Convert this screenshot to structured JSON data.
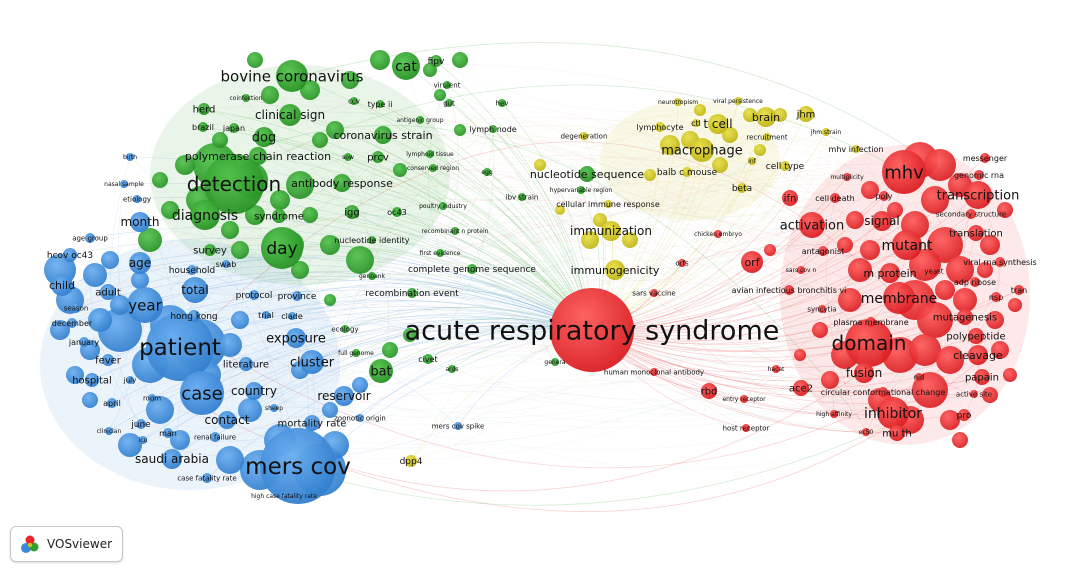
{
  "app": {
    "name": "VOSviewer"
  },
  "clusters": {
    "red": "#e8262a",
    "green": "#2fa12c",
    "blue": "#3b88d6",
    "yellow": "#cfc41c"
  },
  "terms": [
    {
      "label": "acute respiratory syndrome",
      "cluster": "red"
    },
    {
      "label": "mers cov",
      "cluster": "blue"
    },
    {
      "label": "patient",
      "cluster": "blue"
    },
    {
      "label": "case",
      "cluster": "blue"
    },
    {
      "label": "year",
      "cluster": "blue"
    },
    {
      "label": "total",
      "cluster": "blue"
    },
    {
      "label": "age",
      "cluster": "blue"
    },
    {
      "label": "child",
      "cluster": "blue"
    },
    {
      "label": "adult",
      "cluster": "blue"
    },
    {
      "label": "month",
      "cluster": "blue"
    },
    {
      "label": "hcov oc43",
      "cluster": "blue"
    },
    {
      "label": "age group",
      "cluster": "blue"
    },
    {
      "label": "season",
      "cluster": "blue"
    },
    {
      "label": "december",
      "cluster": "blue"
    },
    {
      "label": "january",
      "cluster": "blue"
    },
    {
      "label": "fever",
      "cluster": "blue"
    },
    {
      "label": "hospital",
      "cluster": "blue"
    },
    {
      "label": "july",
      "cluster": "blue"
    },
    {
      "label": "april",
      "cluster": "blue"
    },
    {
      "label": "room",
      "cluster": "blue"
    },
    {
      "label": "june",
      "cluster": "blue"
    },
    {
      "label": "clinician",
      "cluster": "blue"
    },
    {
      "label": "icu",
      "cluster": "blue"
    },
    {
      "label": "man",
      "cluster": "blue"
    },
    {
      "label": "renal failure",
      "cluster": "blue"
    },
    {
      "label": "contact",
      "cluster": "blue"
    },
    {
      "label": "country",
      "cluster": "blue"
    },
    {
      "label": "sheep",
      "cluster": "blue"
    },
    {
      "label": "saudi arabia",
      "cluster": "blue"
    },
    {
      "label": "case fatality rate",
      "cluster": "blue"
    },
    {
      "label": "high case fatality rate",
      "cluster": "blue"
    },
    {
      "label": "mortality rate",
      "cluster": "blue"
    },
    {
      "label": "reservoir",
      "cluster": "blue"
    },
    {
      "label": "cluster",
      "cluster": "blue"
    },
    {
      "label": "exposure",
      "cluster": "blue"
    },
    {
      "label": "literature",
      "cluster": "blue"
    },
    {
      "label": "hong kong",
      "cluster": "blue"
    },
    {
      "label": "trial",
      "cluster": "blue"
    },
    {
      "label": "clade",
      "cluster": "blue"
    },
    {
      "label": "protocol",
      "cluster": "blue"
    },
    {
      "label": "province",
      "cluster": "blue"
    },
    {
      "label": "household",
      "cluster": "blue"
    },
    {
      "label": "swab",
      "cluster": "blue"
    },
    {
      "label": "zoonotic origin",
      "cluster": "blue"
    },
    {
      "label": "mers cov spike",
      "cluster": "blue"
    },
    {
      "label": "nasal sample",
      "cluster": "blue"
    },
    {
      "label": "etiology",
      "cluster": "blue"
    },
    {
      "label": "birth",
      "cluster": "blue"
    },
    {
      "label": "detection",
      "cluster": "green"
    },
    {
      "label": "diagnosis",
      "cluster": "green"
    },
    {
      "label": "day",
      "cluster": "green"
    },
    {
      "label": "bovine coronavirus",
      "cluster": "green"
    },
    {
      "label": "cat",
      "cluster": "green"
    },
    {
      "label": "fipv",
      "cluster": "green"
    },
    {
      "label": "virulent",
      "cluster": "green"
    },
    {
      "label": "gut",
      "cluster": "green"
    },
    {
      "label": "hev",
      "cluster": "green"
    },
    {
      "label": "herd",
      "cluster": "green"
    },
    {
      "label": "coinfection",
      "cluster": "green"
    },
    {
      "label": "brazil",
      "cluster": "green"
    },
    {
      "label": "japan",
      "cluster": "green"
    },
    {
      "label": "ccv",
      "cluster": "green"
    },
    {
      "label": "type ii",
      "cluster": "green"
    },
    {
      "label": "antigenic group",
      "cluster": "green"
    },
    {
      "label": "clinical sign",
      "cluster": "green"
    },
    {
      "label": "dog",
      "cluster": "green"
    },
    {
      "label": "coronavirus strain",
      "cluster": "green"
    },
    {
      "label": "polymerase chain reaction",
      "cluster": "green"
    },
    {
      "label": "sow",
      "cluster": "green"
    },
    {
      "label": "prcv",
      "cluster": "green"
    },
    {
      "label": "lymphoid tissue",
      "cluster": "green"
    },
    {
      "label": "conserved region",
      "cluster": "green"
    },
    {
      "label": "egg",
      "cluster": "green"
    },
    {
      "label": "antibody response",
      "cluster": "green"
    },
    {
      "label": "syndrome",
      "cluster": "green"
    },
    {
      "label": "igg",
      "cluster": "green"
    },
    {
      "label": "oc43",
      "cluster": "green"
    },
    {
      "label": "poultry industry",
      "cluster": "green"
    },
    {
      "label": "recombinant n protein",
      "cluster": "green"
    },
    {
      "label": "nucleotide identity",
      "cluster": "green"
    },
    {
      "label": "first evidence",
      "cluster": "green"
    },
    {
      "label": "survey",
      "cluster": "green"
    },
    {
      "label": "genbank",
      "cluster": "green"
    },
    {
      "label": "complete genome sequence",
      "cluster": "green"
    },
    {
      "label": "recombination event",
      "cluster": "green"
    },
    {
      "label": "ecology",
      "cluster": "green"
    },
    {
      "label": "full genome",
      "cluster": "green"
    },
    {
      "label": "civet",
      "cluster": "green"
    },
    {
      "label": "ards",
      "cluster": "green"
    },
    {
      "label": "bat",
      "cluster": "green"
    },
    {
      "label": "genera",
      "cluster": "green"
    },
    {
      "label": "lymph node",
      "cluster": "green"
    },
    {
      "label": "ibv strain",
      "cluster": "green"
    },
    {
      "label": "nucleotide sequence",
      "cluster": "green"
    },
    {
      "label": "hypervariable region",
      "cluster": "green"
    },
    {
      "label": "cellular immune response",
      "cluster": "yellow"
    },
    {
      "label": "immunization",
      "cluster": "yellow"
    },
    {
      "label": "immunogenicity",
      "cluster": "yellow"
    },
    {
      "label": "dpp4",
      "cluster": "yellow"
    },
    {
      "label": "degeneration",
      "cluster": "yellow"
    },
    {
      "label": "neurotropism",
      "cluster": "yellow"
    },
    {
      "label": "viral persistence",
      "cluster": "yellow"
    },
    {
      "label": "brain",
      "cluster": "yellow"
    },
    {
      "label": "jhm",
      "cluster": "yellow"
    },
    {
      "label": "lymphocyte",
      "cluster": "yellow"
    },
    {
      "label": "ctl",
      "cluster": "yellow"
    },
    {
      "label": "t cell",
      "cluster": "yellow"
    },
    {
      "label": "recruitment",
      "cluster": "yellow"
    },
    {
      "label": "jhm strain",
      "cluster": "yellow"
    },
    {
      "label": "macrophage",
      "cluster": "yellow"
    },
    {
      "label": "balb c mouse",
      "cluster": "yellow"
    },
    {
      "label": "mhv infection",
      "cluster": "yellow"
    },
    {
      "label": "inf",
      "cluster": "yellow"
    },
    {
      "label": "cell type",
      "cluster": "yellow"
    },
    {
      "label": "beta",
      "cluster": "yellow"
    },
    {
      "label": "chicken embryo",
      "cluster": "red"
    },
    {
      "label": "mhv",
      "cluster": "red"
    },
    {
      "label": "messenger",
      "cluster": "red"
    },
    {
      "label": "genomic rna",
      "cluster": "red"
    },
    {
      "label": "transcription",
      "cluster": "red"
    },
    {
      "label": "multiplicity",
      "cluster": "red"
    },
    {
      "label": "poly",
      "cluster": "red"
    },
    {
      "label": "ifn",
      "cluster": "red"
    },
    {
      "label": "cell death",
      "cluster": "red"
    },
    {
      "label": "secondary structure",
      "cluster": "red"
    },
    {
      "label": "signal",
      "cluster": "red"
    },
    {
      "label": "activation",
      "cluster": "red"
    },
    {
      "label": "translation",
      "cluster": "red"
    },
    {
      "label": "antagonist",
      "cluster": "red"
    },
    {
      "label": "mutant",
      "cluster": "red"
    },
    {
      "label": "viral rna synthesis",
      "cluster": "red"
    },
    {
      "label": "orf",
      "cluster": "red"
    },
    {
      "label": "sars cov n",
      "cluster": "red"
    },
    {
      "label": "m protein",
      "cluster": "red"
    },
    {
      "label": "yeast",
      "cluster": "red"
    },
    {
      "label": "adp ribose",
      "cluster": "red"
    },
    {
      "label": "nsp",
      "cluster": "red"
    },
    {
      "label": "tran",
      "cluster": "red"
    },
    {
      "label": "orfs",
      "cluster": "red"
    },
    {
      "label": "sars vaccine",
      "cluster": "red"
    },
    {
      "label": "avian infectious bronchitis vi",
      "cluster": "red"
    },
    {
      "label": "membrane",
      "cluster": "red"
    },
    {
      "label": "syncytia",
      "cluster": "red"
    },
    {
      "label": "plasma membrane",
      "cluster": "red"
    },
    {
      "label": "mutagenesis",
      "cluster": "red"
    },
    {
      "label": "polypeptide",
      "cluster": "red"
    },
    {
      "label": "domain",
      "cluster": "red"
    },
    {
      "label": "cleavage",
      "cluster": "red"
    },
    {
      "label": "human monoclonal antibody",
      "cluster": "red"
    },
    {
      "label": "hacat",
      "cluster": "red"
    },
    {
      "label": "fusion",
      "cluster": "red"
    },
    {
      "label": "papain",
      "cluster": "red"
    },
    {
      "label": "ace2",
      "cluster": "red"
    },
    {
      "label": "rbd",
      "cluster": "red"
    },
    {
      "label": "circular conformational change",
      "cluster": "red"
    },
    {
      "label": "nid",
      "cluster": "red"
    },
    {
      "label": "active site",
      "cluster": "red"
    },
    {
      "label": "entry receptor",
      "cluster": "red"
    },
    {
      "label": "inhibitor",
      "cluster": "red"
    },
    {
      "label": "high affinity",
      "cluster": "red"
    },
    {
      "label": "pro",
      "cluster": "red"
    },
    {
      "label": "host receptor",
      "cluster": "red"
    },
    {
      "label": "ec50",
      "cluster": "red"
    },
    {
      "label": "mu th",
      "cluster": "red"
    }
  ]
}
